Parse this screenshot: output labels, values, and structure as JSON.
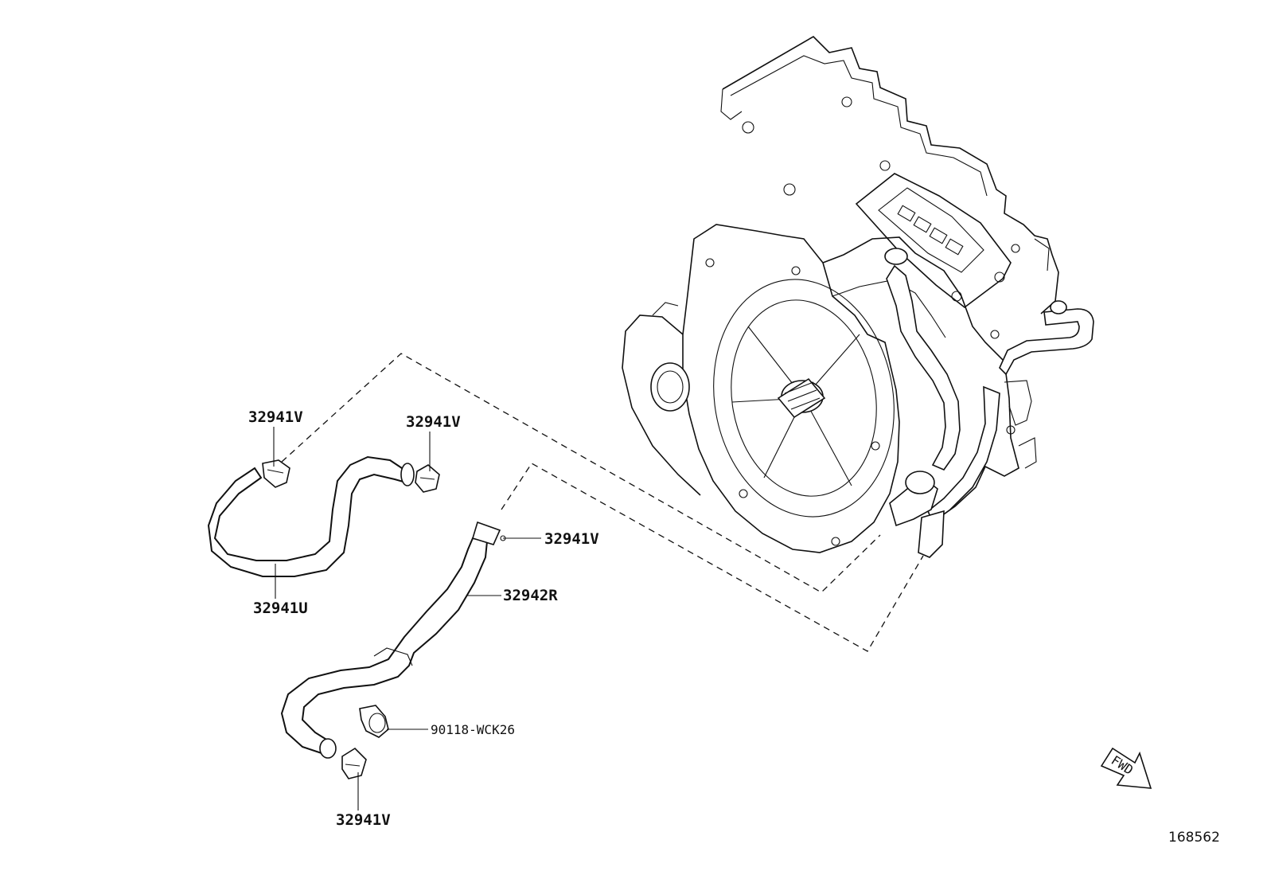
{
  "diagram": {
    "labels": {
      "clamp_top_left": "32941V",
      "clamp_top_right": "32941V",
      "clamp_mid": "32941V",
      "hose_upper": "32941U",
      "hose_lower": "32942R",
      "clip": "90118-WCK26",
      "clamp_bottom": "32941V"
    },
    "fwd_marker": "FWD",
    "diagram_id": "168562"
  }
}
